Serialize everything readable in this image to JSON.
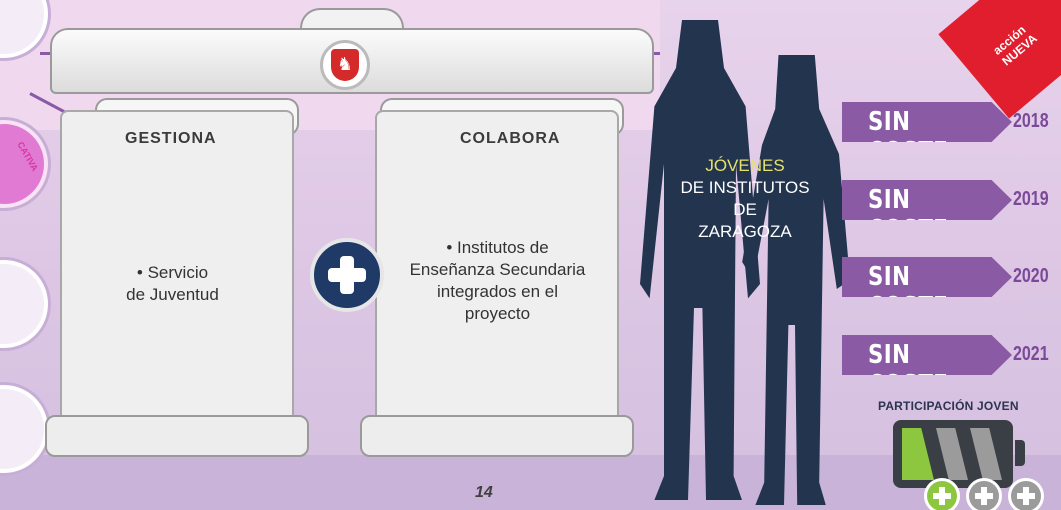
{
  "pillars": {
    "left_heading": "GESTIONA",
    "right_heading": "COLABORA",
    "left_text": "• Servicio\nde Juventud",
    "right_text": "• Institutos de\nEnseñanza Secundaria\nintegrados en el\nproyecto"
  },
  "target": {
    "highlight": "JÓVENES",
    "rest": "DE INSTITUTOS\nDE\nZARAGOZA"
  },
  "cost_banners": [
    {
      "label": "SIN COSTE",
      "year": "2018"
    },
    {
      "label": "SIN COSTE",
      "year": "2019"
    },
    {
      "label": "SIN COSTE",
      "year": "2020"
    },
    {
      "label": "SIN COSTE",
      "year": "2021"
    }
  ],
  "corner_badge": "acción NUEVA",
  "participation": {
    "title": "PARTICIPACIÓN JOVEN",
    "level": 1,
    "max": 3
  },
  "side_label": "CATIVA",
  "page_number": "14",
  "colors": {
    "banner": "#8b5aa5",
    "silhouette": "#23344f",
    "highlight": "#e6e16a",
    "badge_red": "#e01e2e",
    "battery_green": "#8dc63f"
  }
}
